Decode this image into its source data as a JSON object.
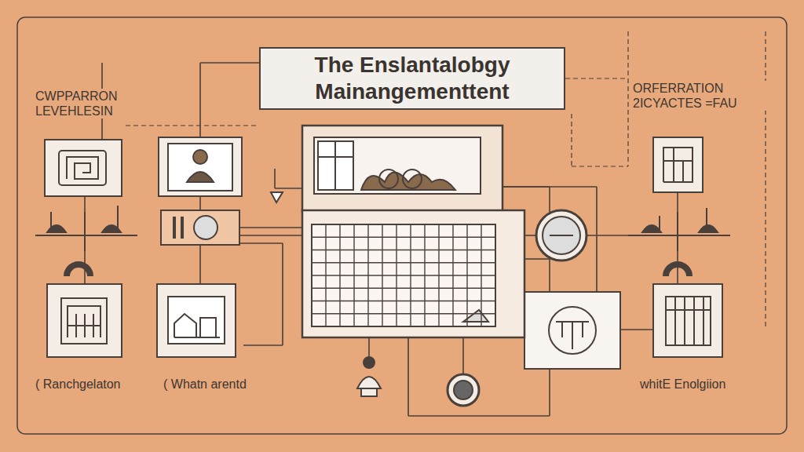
{
  "diagram": {
    "title": "The Enslantalobgy Mainangementtent",
    "labels": [
      "CWPPARRON LEVEHLESIN",
      "ORFERRATION 2ICYACTES =FAU",
      "( Ranchgelaton",
      "( Whatn arentd",
      "whitE Enolgiion"
    ]
  }
}
